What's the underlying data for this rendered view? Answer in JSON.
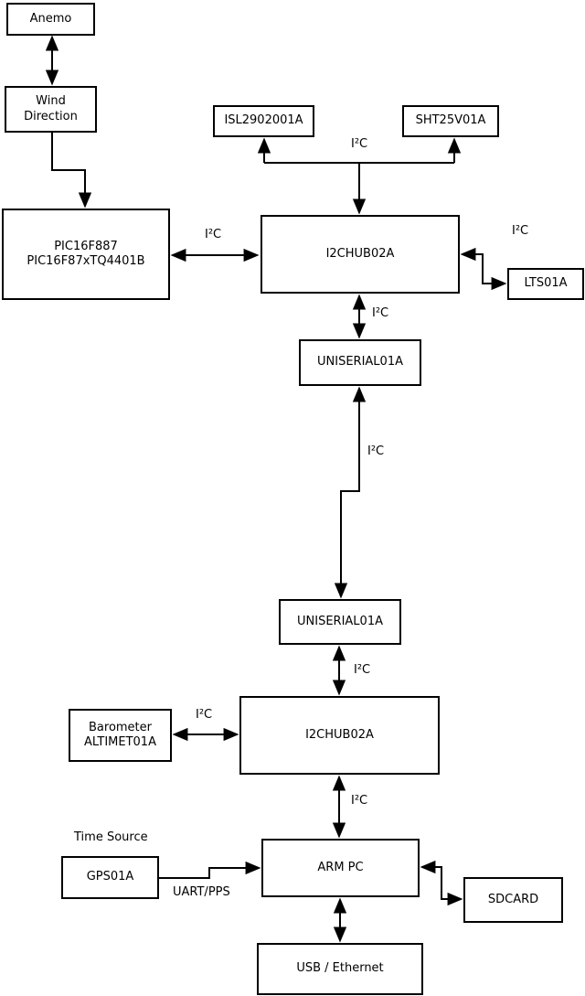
{
  "diagram": {
    "nodes": {
      "anemo": "Anemo",
      "wind_direction": "Wind\nDirection",
      "pic": "PIC16F887\nPIC16F87xTQ4401B",
      "isl": "ISL2902001A",
      "sht": "SHT25V01A",
      "i2chub_top": "I2CHUB02A",
      "lts": "LTS01A",
      "uniserial_top": "UNISERIAL01A",
      "uniserial_bottom": "UNISERIAL01A",
      "i2chub_bottom": "I2CHUB02A",
      "barometer": "Barometer\nALTIMET01A",
      "gps": "GPS01A",
      "arm_pc": "ARM PC",
      "sdcard": "SDCARD",
      "usb_ethernet": "USB / Ethernet"
    },
    "edge_labels": {
      "i2c": "I²C",
      "time_source": "Time Source",
      "uart_pps": "UART/PPS"
    },
    "colors": {
      "line": "#000000",
      "box_background": "#ffffff",
      "text": "#000000",
      "page_background": "#ffffff"
    }
  }
}
